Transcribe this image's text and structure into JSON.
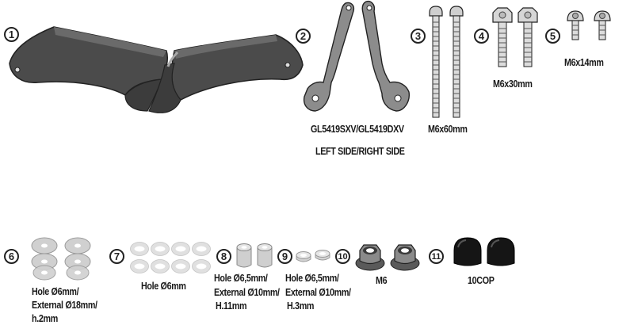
{
  "parts": [
    {
      "number": "1",
      "icon": "handguard-pair-icon",
      "label_lines": []
    },
    {
      "number": "2",
      "icon": "mounting-bracket-pair-icon",
      "label_lines": [
        "GL5419SXV/GL5419DXV",
        "LEFT SIDE/RIGHT SIDE"
      ]
    },
    {
      "number": "3",
      "icon": "long-bolt-pair-icon",
      "label_lines": [
        "M6x60mm"
      ]
    },
    {
      "number": "4",
      "icon": "hex-bolt-pair-icon",
      "label_lines": [
        "M6x30mm"
      ]
    },
    {
      "number": "5",
      "icon": "short-bolt-pair-icon",
      "label_lines": [
        "M6x14mm"
      ]
    },
    {
      "number": "6",
      "icon": "large-washer-set-icon",
      "label_lines": [
        "Hole Ø6mm/",
        "External Ø18mm/",
        "h.2mm"
      ]
    },
    {
      "number": "7",
      "icon": "small-washer-set-icon",
      "label_lines": [
        "Hole Ø6mm"
      ]
    },
    {
      "number": "8",
      "icon": "spacer-pair-icon",
      "label_lines": [
        "Hole Ø6,5mm/",
        "External Ø10mm/",
        "H.11mm"
      ]
    },
    {
      "number": "9",
      "icon": "thin-spacer-pair-icon",
      "label_lines": [
        "Hole Ø6,5mm/",
        "External Ø10mm/",
        "H.3mm"
      ]
    },
    {
      "number": "10",
      "icon": "flange-nut-pair-icon",
      "label_lines": [
        "M6"
      ]
    },
    {
      "number": "11",
      "icon": "cap-nut-cover-pair-icon",
      "label_lines": [
        "10COP"
      ]
    }
  ],
  "colors": {
    "ink": "#222222",
    "dark_part": "#4a4a4a",
    "metal": "#8c8c8c",
    "light_part": "#d4d4d4"
  }
}
